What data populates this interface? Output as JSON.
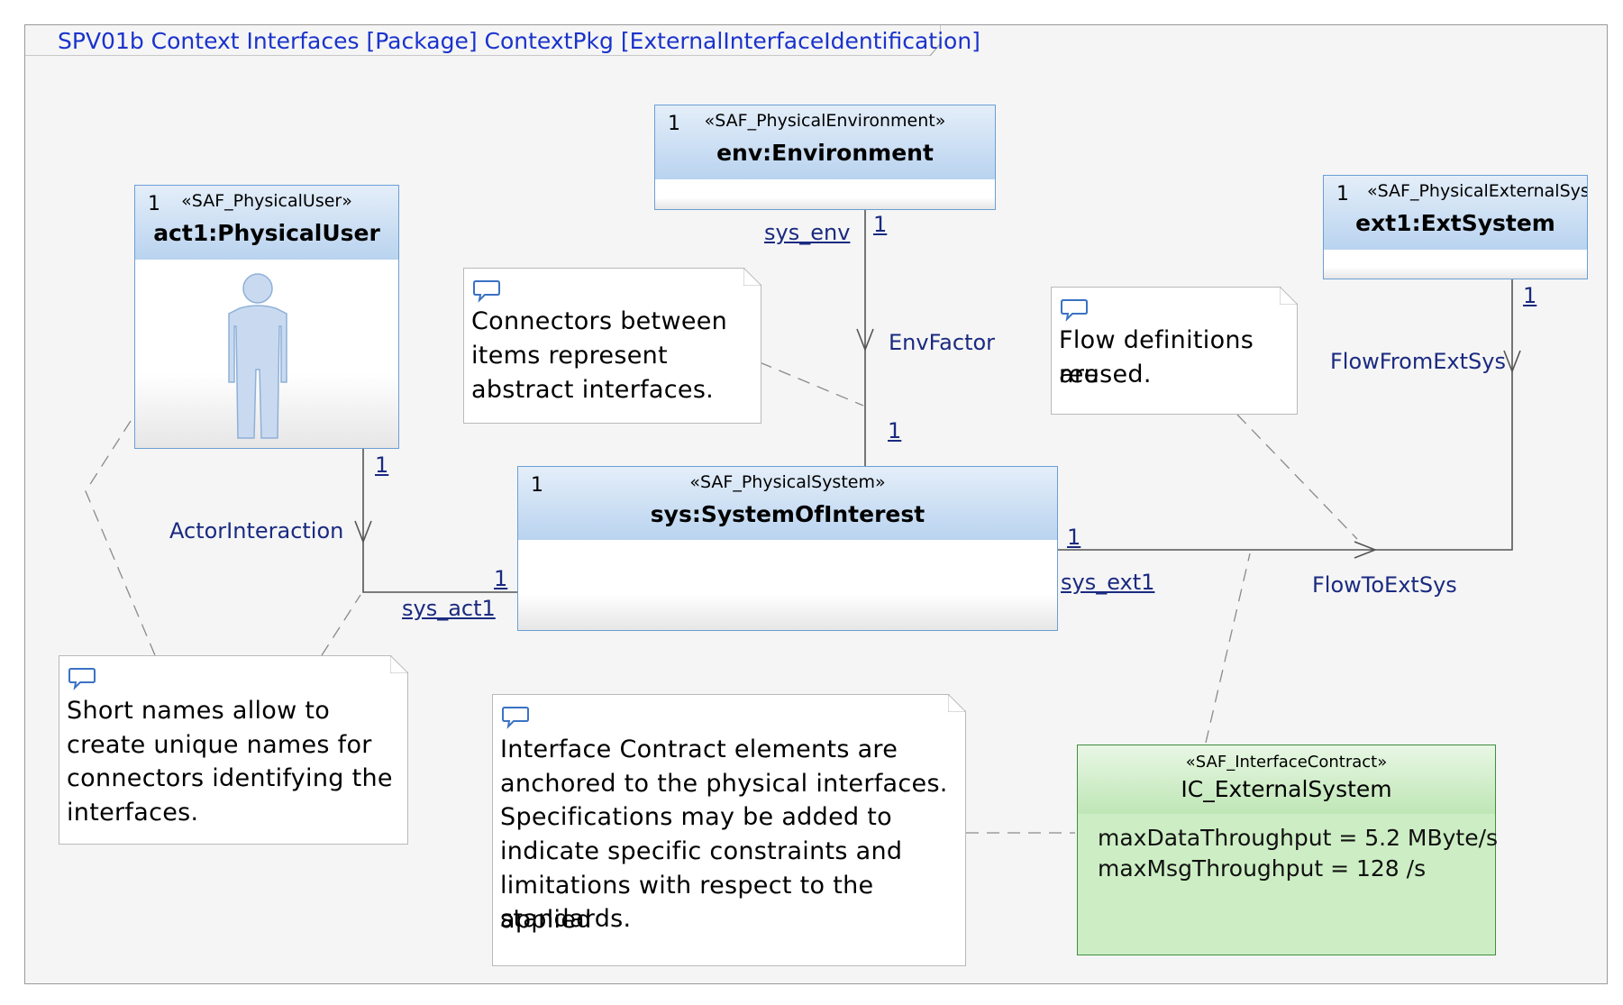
{
  "frame": {
    "title": "SPV01b Context Interfaces [Package] ContextPkg [ExternalInterfaceIdentification]"
  },
  "blocks": {
    "environment": {
      "multiplicity": "1",
      "stereotype": "«SAF_PhysicalEnvironment»",
      "name": "env:Environment"
    },
    "user": {
      "multiplicity": "1",
      "stereotype": "«SAF_PhysicalUser»",
      "name": "act1:PhysicalUser"
    },
    "ext_system": {
      "multiplicity": "1",
      "stereotype": "«SAF_PhysicalExternalSys",
      "name": "ext1:ExtSystem"
    },
    "system": {
      "multiplicity": "1",
      "stereotype": "«SAF_PhysicalSystem»",
      "name": "sys:SystemOfInterest"
    }
  },
  "connectors": {
    "env_end_name": "sys_env",
    "env_end_mult": "1",
    "env_flow": "EnvFactor",
    "env_sys_mult": "1",
    "user_end_mult": "1",
    "user_flow": "ActorInteraction",
    "user_sys_mult": "1",
    "user_end_name": "sys_act1",
    "ext_end_mult": "1",
    "ext_flow_from": "FlowFromExtSys",
    "ext_sys_mult": "1",
    "ext_end_name": "sys_ext1",
    "ext_flow_to": "FlowToExtSys"
  },
  "notes": {
    "connectors": [
      "Connectors between",
      "items represent",
      "abstract interfaces."
    ],
    "flow": [
      "Flow definitions are",
      "reused."
    ],
    "short_names": [
      "Short names allow to",
      "create unique names for",
      "connectors identifying the",
      "interfaces."
    ],
    "contract": [
      "Interface Contract elements are",
      "anchored to the physical interfaces.",
      "Specifications may be added to",
      "indicate specific constraints and",
      "limitations with respect to the applied",
      "standards."
    ]
  },
  "contract": {
    "stereotype": "«SAF_InterfaceContract»",
    "name": "IC_ExternalSystem",
    "attributes": [
      "maxDataThroughput = 5.2 MByte/s",
      "maxMsgThroughput = 128 /s"
    ]
  },
  "colors": {
    "frame_title": "#1a33cc",
    "block_border": "#6b9fd4",
    "contract_border": "#3f8f3f",
    "label": "#1a2a80"
  },
  "icons": [
    "comment-bubble-icon",
    "person-icon"
  ]
}
